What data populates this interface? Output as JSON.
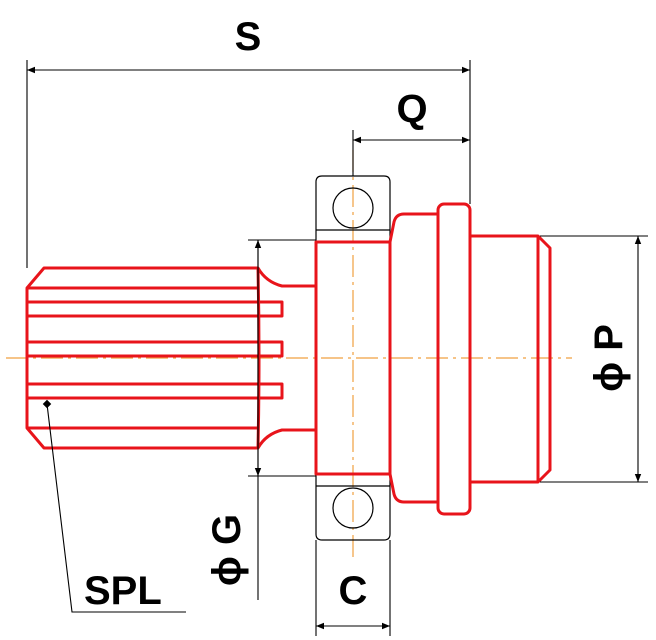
{
  "labels": {
    "overall_length": "S",
    "shoulder_offset": "Q",
    "pilot_diameter": "ϕ P",
    "spline_diameter": "ϕ G",
    "bearing_width": "C",
    "spline_callout": "SPL"
  },
  "colors": {
    "part_outline": "#e8141b",
    "dimension_lines": "#000000",
    "center_line": "#f0a040",
    "background": "#ffffff"
  }
}
